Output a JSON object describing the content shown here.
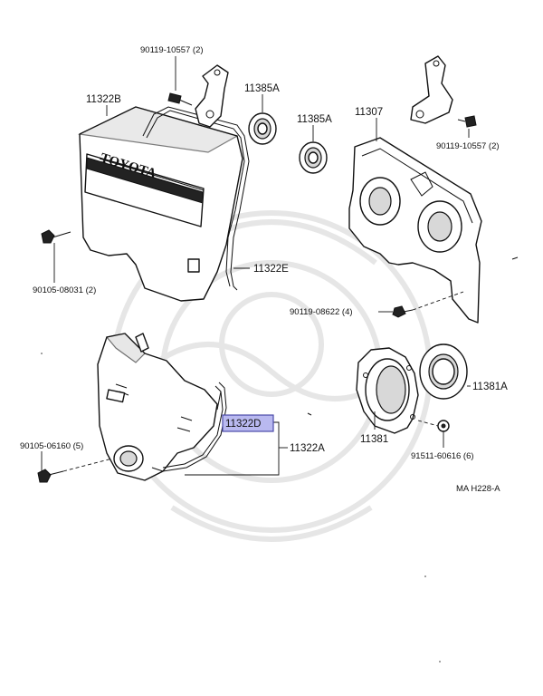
{
  "diagram": {
    "labels": {
      "bolt_top_left": "90119-10557 (2)",
      "cover_upper": "11322B",
      "seal_upper_1": "11385A",
      "seal_upper_2": "11385A",
      "plate_back": "11307",
      "bolt_top_right": "90119-10557 (2)",
      "bolt_left": "90105-08031 (2)",
      "gasket_upper": "11322E",
      "bolt_plate": "90119-08622 (4)",
      "gasket_highlight": "11322D",
      "gasket_lower": "11322A",
      "bolt_lower_left": "90105-06160 (5)",
      "retainer": "11381",
      "seal_rear": "11381A",
      "bolt_retainer": "91511-60616 (6)",
      "diagram_code": "MA  H228-A"
    },
    "cover_brand_text": "TOYOTA",
    "highlight_color": "#b9b9f0"
  }
}
